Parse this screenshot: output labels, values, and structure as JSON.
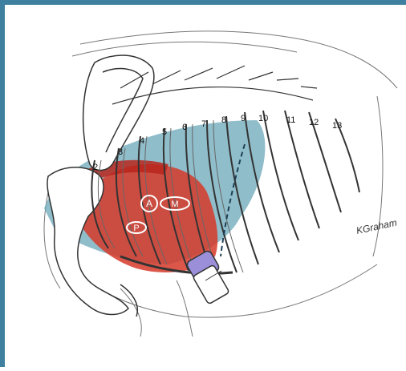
{
  "figure": {
    "border_color": "#3f7f9f",
    "lung_color": "#6aa7b8",
    "heart_color": "#d63a2a",
    "rib_numbers": [
      "2",
      "3",
      "4",
      "5",
      "6",
      "7",
      "8",
      "9",
      "10",
      "11",
      "12",
      "13"
    ],
    "valve_labels": {
      "aortic": "A",
      "mitral": "M",
      "pulmonic": "P"
    },
    "signature": "KGraham",
    "probe_color": "#9a8fd8"
  }
}
